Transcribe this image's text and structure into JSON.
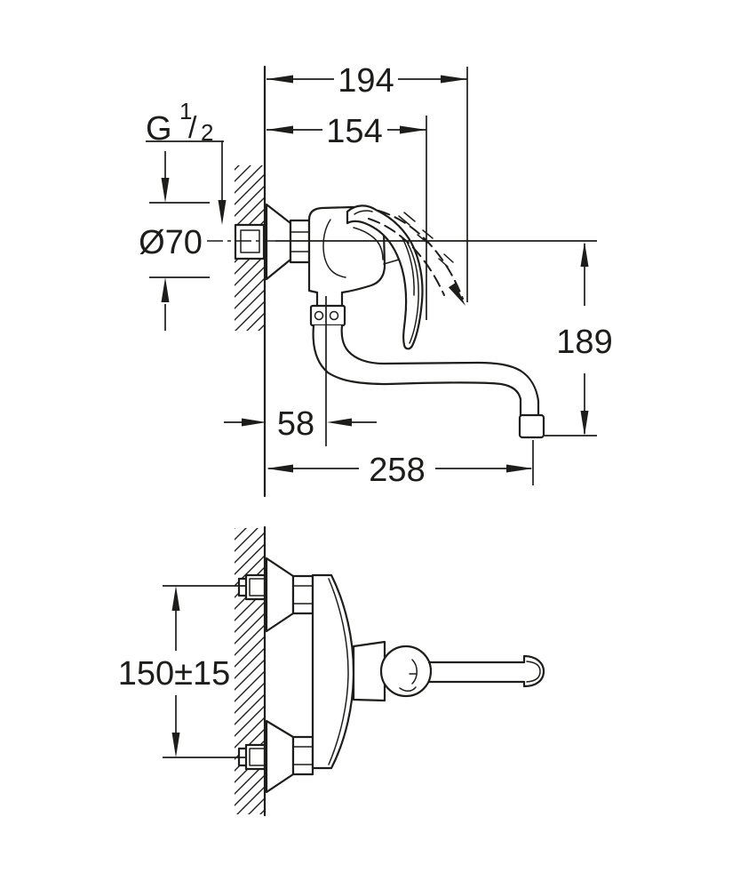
{
  "drawing": {
    "colors": {
      "ink": "#1d1d1b",
      "background": "#ffffff"
    },
    "labels": {
      "overall_depth": "194",
      "body_depth": "154",
      "thread_size": {
        "prefix": "G",
        "numerator": "1",
        "separator": "/",
        "denominator": "2"
      },
      "escutcheon_diameter": "Ø70",
      "spout_height": "189",
      "wall_to_spout_axis": "58",
      "spout_reach": "258",
      "connection_centers": "150±15"
    }
  }
}
